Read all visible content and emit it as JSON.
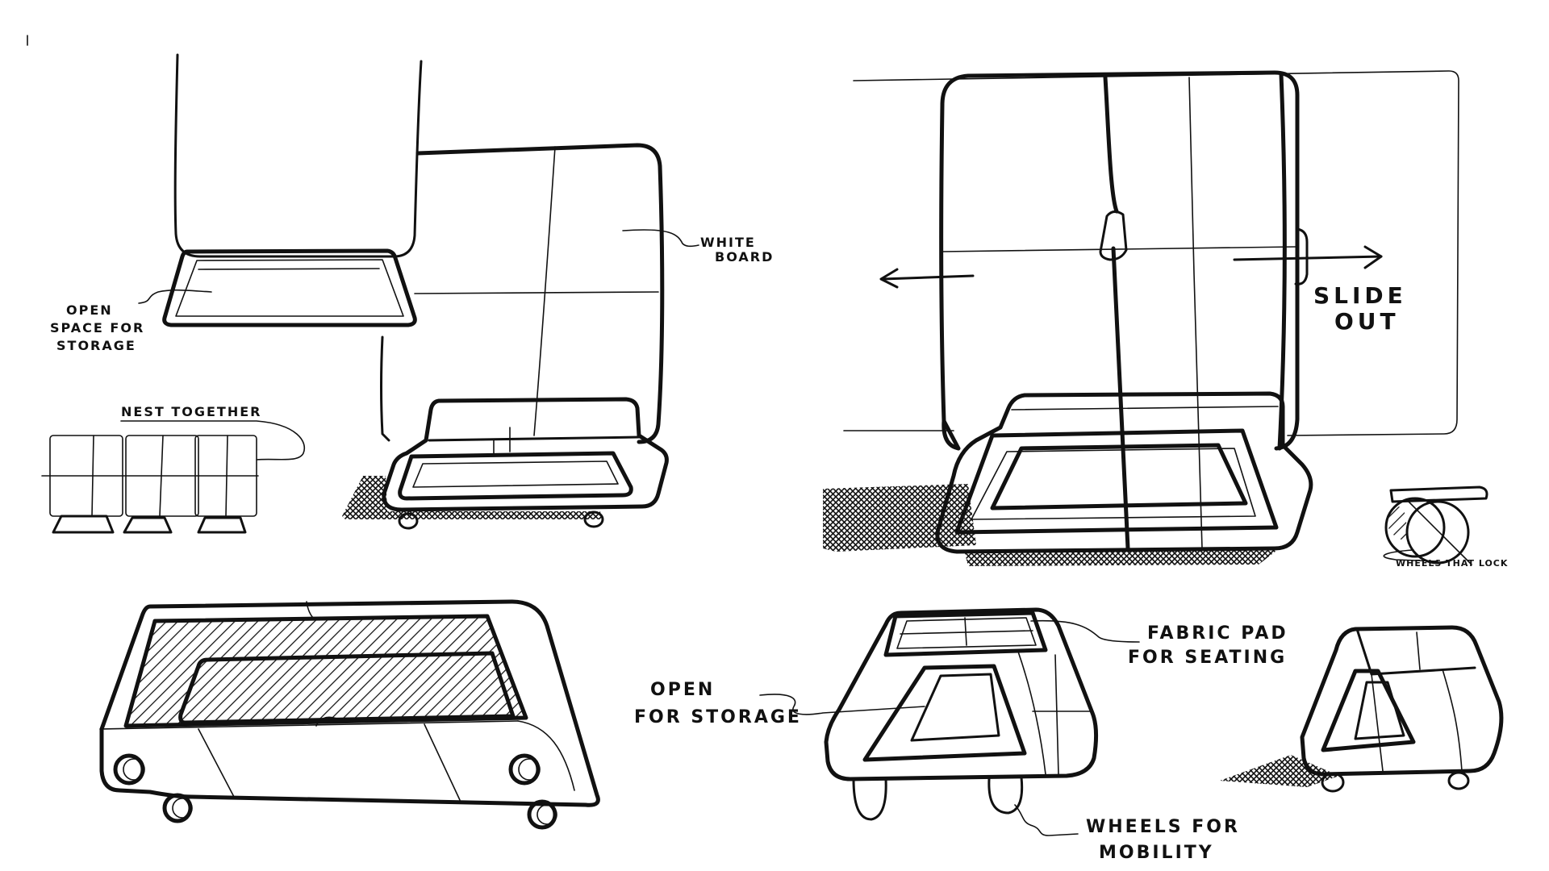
{
  "sketch_1": {
    "label_whiteboard_line1": "WHITE",
    "label_whiteboard_line2": "BOARD",
    "label_open_space_line1": "OPEN",
    "label_open_space_line2": "SPACE FOR",
    "label_open_space_line3": "STORAGE",
    "label_nest": "NEST TOGETHER"
  },
  "sketch_2": {
    "label_slide_line1": "SLIDE",
    "label_slide_line2": "OUT",
    "label_wheels_lock": "WHEELS THAT LOCK"
  },
  "sketch_4": {
    "label_open_line1": "OPEN",
    "label_open_line2": "FOR STORAGE",
    "label_fabric_line1": "FABRIC PAD",
    "label_fabric_line2": "FOR SEATING",
    "label_wheels_line1": "WHEELS FOR",
    "label_wheels_line2": "MOBILITY"
  }
}
